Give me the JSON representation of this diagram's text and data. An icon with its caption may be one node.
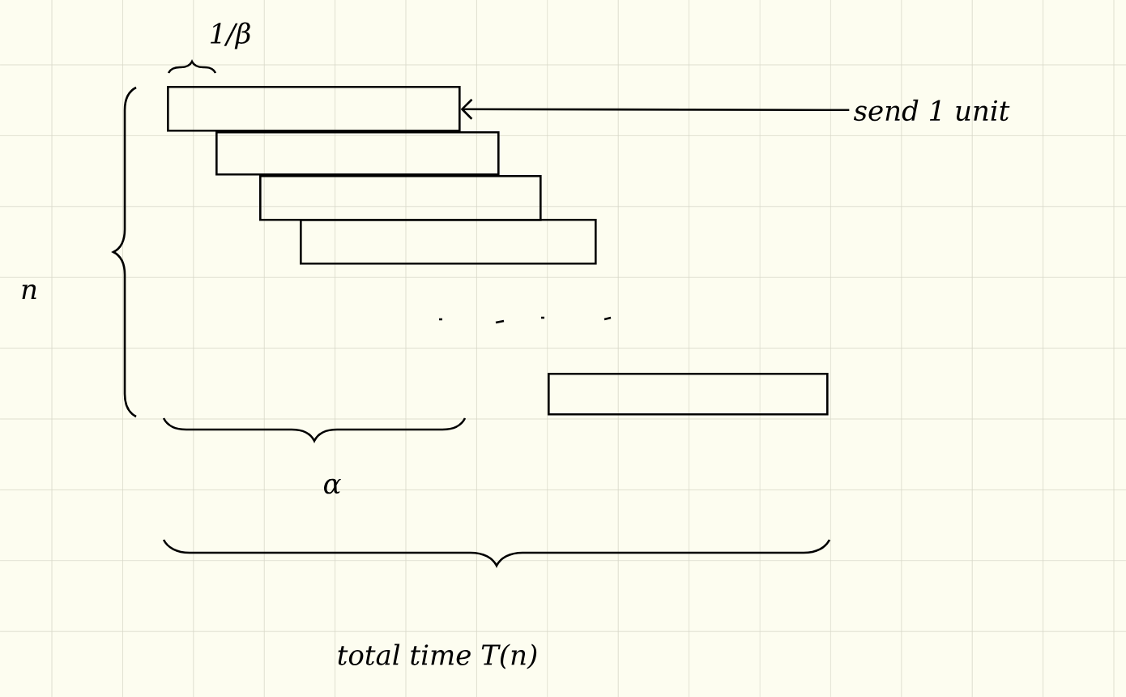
{
  "diagram": {
    "nodes": [
      {
        "text": [],
        "shape": "bar"
      },
      {
        "text": [],
        "shape": "bar"
      },
      {
        "text": [],
        "shape": "bar"
      },
      {
        "text": [],
        "shape": "bar"
      },
      {
        "text": [],
        "shape": "bar"
      },
      {
        "text": [
          "send 1 unit"
        ]
      }
    ],
    "edges": [
      {
        "from": 5,
        "to": 0,
        "arrow": "to"
      }
    ],
    "labels": [
      "1/β",
      "n",
      "α",
      "total time T(n)"
    ]
  }
}
